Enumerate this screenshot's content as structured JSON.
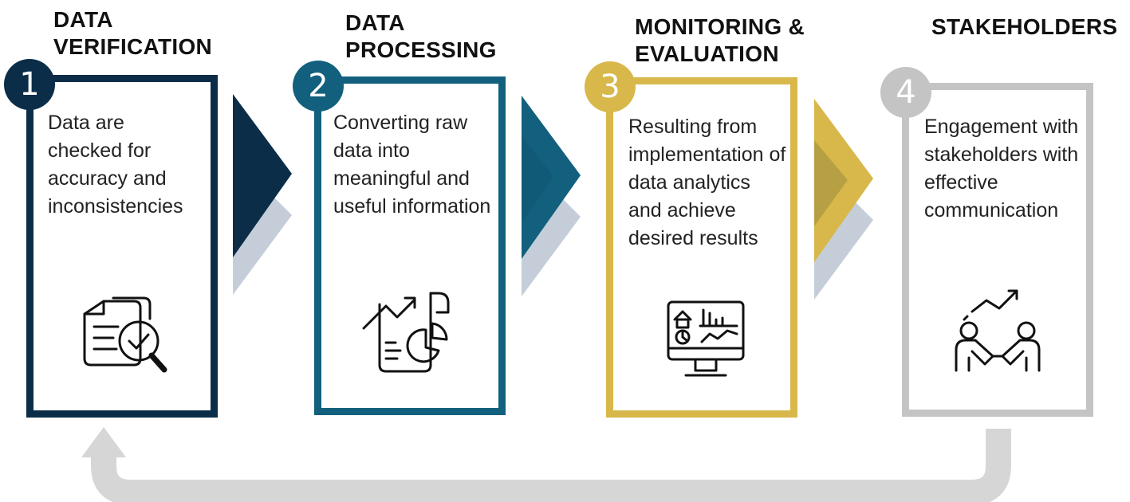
{
  "steps": [
    {
      "number": "1",
      "title": "DATA\nVERIFICATION",
      "description": "Data are checked for accuracy and inconsistencies",
      "color": "#0b2d48",
      "icon": "document-search-icon"
    },
    {
      "number": "2",
      "title": "DATA\nPROCESSING",
      "description": "Converting raw data into meaningful and useful information",
      "color": "#12607e",
      "icon": "report-chart-icon"
    },
    {
      "number": "3",
      "title": "MONITORING &\nEVALUATION",
      "description": "Resulting from implementation of data analytics and achieve desired results",
      "color": "#d8b84a",
      "icon": "monitor-dashboard-icon"
    },
    {
      "number": "4",
      "title": "STAKEHOLDERS",
      "description": "Engagement with stakeholders with effective communication",
      "color": "#c4c4c4",
      "icon": "handshake-growth-icon"
    }
  ],
  "arrow_shadow_color": "#c5ced8",
  "loop_arrow_color": "#d6d6d6"
}
